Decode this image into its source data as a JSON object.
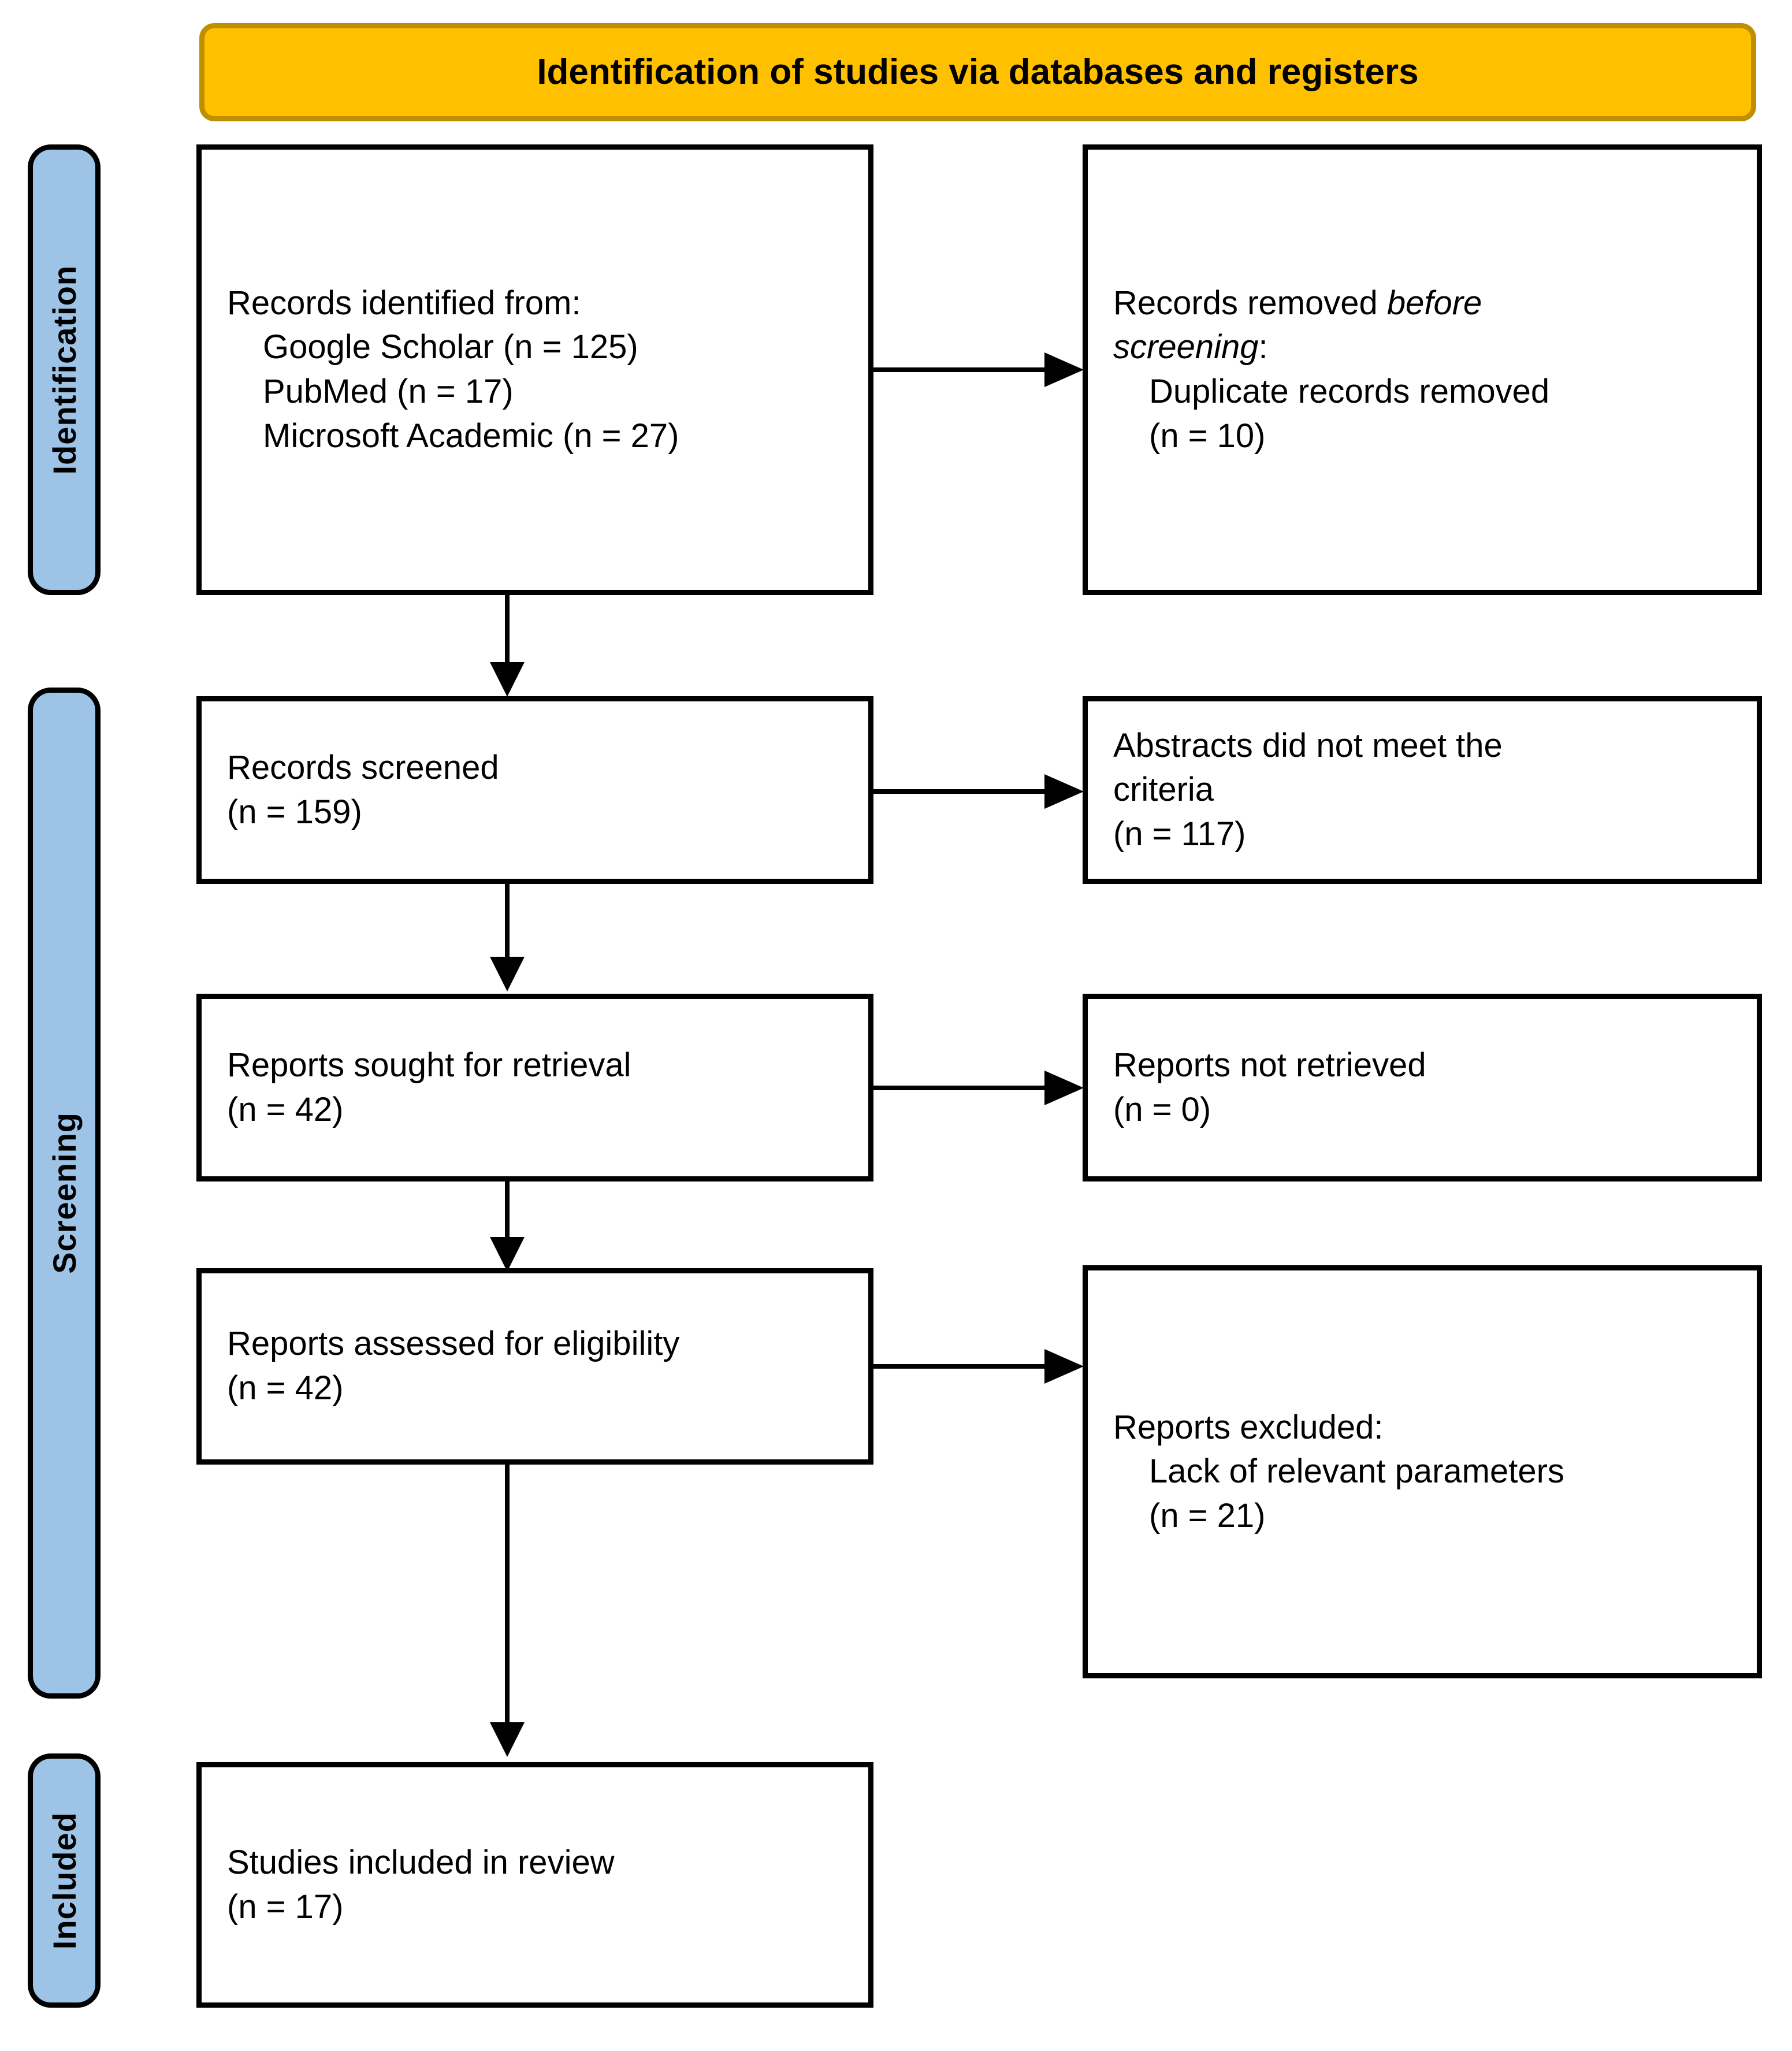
{
  "header": {
    "title": "Identification of studies via databases and registers"
  },
  "colors": {
    "header_fill": "#FFC000",
    "header_border": "#BF8F00",
    "stage_fill": "#9DC3E6",
    "box_border": "#000000",
    "text": "#000000"
  },
  "stages": [
    {
      "label": "Identification"
    },
    {
      "label": "Screening"
    },
    {
      "label": "Included"
    }
  ],
  "boxes": {
    "records_identified": {
      "lines": [
        {
          "text": "Records identified from:",
          "indent": false
        },
        {
          "text": "Google Scholar (n = 125)",
          "indent": true
        },
        {
          "text": "PubMed (n = 17)",
          "indent": true
        },
        {
          "text": "Microsoft Academic (n = 27)",
          "indent": true
        }
      ]
    },
    "records_removed": {
      "lines": [
        {
          "text": "Records removed ",
          "italic_tail": "before",
          "indent": false
        },
        {
          "text": "screening",
          "italic_head": true,
          "suffix": ":",
          "indent": false
        },
        {
          "text": "Duplicate records removed",
          "indent": true
        },
        {
          "text": "(n = 10)",
          "indent": true
        }
      ]
    },
    "records_screened": {
      "lines": [
        {
          "text": "Records screened",
          "indent": false
        },
        {
          "text": "(n = 159)",
          "indent": false
        }
      ]
    },
    "abstracts_excluded": {
      "lines": [
        {
          "text": "Abstracts did not meet the",
          "indent": false
        },
        {
          "text": "criteria",
          "indent": false
        },
        {
          "text": "(n = 117)",
          "indent": false
        }
      ]
    },
    "reports_sought": {
      "lines": [
        {
          "text": "Reports sought for retrieval",
          "indent": false
        },
        {
          "text": "(n = 42)",
          "indent": false
        }
      ]
    },
    "reports_not_retrieved": {
      "lines": [
        {
          "text": "Reports not retrieved",
          "indent": false
        },
        {
          "text": "(n = 0)",
          "indent": false
        }
      ]
    },
    "reports_assessed": {
      "lines": [
        {
          "text": "Reports assessed for eligibility",
          "indent": false
        },
        {
          "text": "(n = 42)",
          "indent": false
        }
      ]
    },
    "reports_excluded": {
      "lines": [
        {
          "text": "Reports excluded:",
          "indent": false
        },
        {
          "text": "Lack of relevant parameters",
          "indent": true
        },
        {
          "text": "(n = 21)",
          "indent": true
        }
      ]
    },
    "studies_included": {
      "lines": [
        {
          "text": "Studies included in review",
          "indent": false
        },
        {
          "text": "(n = 17)",
          "indent": false
        }
      ]
    }
  },
  "counts": {
    "google_scholar": 125,
    "pubmed": 17,
    "microsoft_academic": 27,
    "duplicates_removed": 10,
    "records_screened": 159,
    "abstracts_excluded": 117,
    "reports_sought": 42,
    "reports_not_retrieved": 0,
    "reports_assessed": 42,
    "reports_excluded": 21,
    "studies_included": 17
  }
}
